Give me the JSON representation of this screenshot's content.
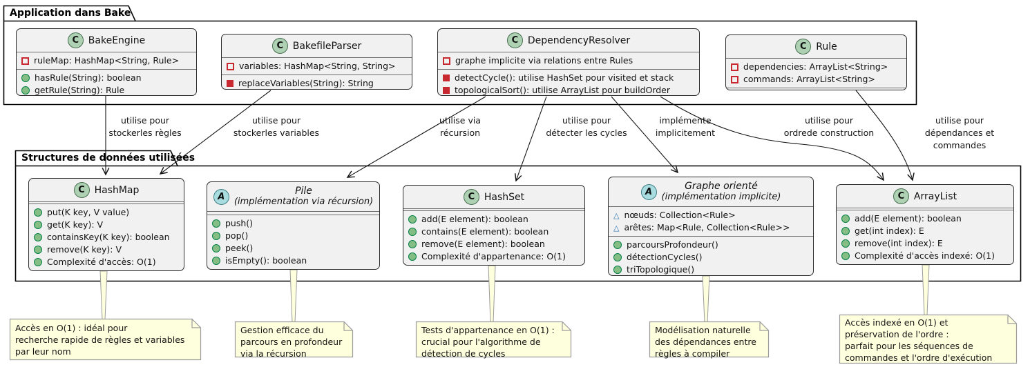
{
  "colors": {
    "class_fill": "#F1F1F1",
    "class_border": "#2b2b2b",
    "class_badge_fill": "#ADD1B2",
    "abstract_badge_fill": "#A9DCDF",
    "public_method_icon": "#84BE84",
    "private_icon": "#C82930",
    "package_field_icon": "#2472B0",
    "note_fill": "#FEFFDD",
    "note_border": "#9b9b9b",
    "line_color": "#141414"
  },
  "icons": {
    "class_badge": "C",
    "abstract_badge": "A",
    "private_field": "red-outline-square",
    "private_method": "red-filled-square",
    "public_method": "green-filled-circle",
    "package_field": "blue-outline-triangle"
  },
  "packages": {
    "app": {
      "title": "Application dans Bake"
    },
    "structures": {
      "title": "Structures de données utilisées"
    }
  },
  "classes": {
    "bakeEngine": {
      "stereo": "C",
      "name": "BakeEngine",
      "attrs": [
        "ruleMap: HashMap<String, Rule>"
      ],
      "methods": [
        "hasRule(String): boolean",
        "getRule(String): Rule"
      ]
    },
    "bakefileParser": {
      "stereo": "C",
      "name": "BakefileParser",
      "attrs": [
        "variables: HashMap<String, String>"
      ],
      "methods": [
        "replaceVariables(String): String"
      ]
    },
    "dependencyResolver": {
      "stereo": "C",
      "name": "DependencyResolver",
      "attrs": [
        "graphe implicite via relations entre Rules"
      ],
      "methods": [
        "detectCycle(): utilise HashSet pour visited et stack",
        "topologicalSort(): utilise ArrayList pour buildOrder"
      ]
    },
    "rule": {
      "stereo": "C",
      "name": "Rule",
      "attrs": [
        "dependencies: ArrayList<String>",
        "commands: ArrayList<String>"
      ],
      "methods": []
    },
    "hashMap": {
      "stereo": "C",
      "name": "HashMap",
      "attrs": [],
      "methods": [
        "put(K key, V value)",
        "get(K key): V",
        "containsKey(K key): boolean",
        "remove(K key): V",
        "Complexité d'accès: O(1)"
      ]
    },
    "pile": {
      "stereo": "A",
      "name": "Pile",
      "subtitle": "(implémentation via récursion)",
      "attrs": [],
      "methods": [
        "push()",
        "pop()",
        "peek()",
        "isEmpty(): boolean"
      ]
    },
    "hashSet": {
      "stereo": "C",
      "name": "HashSet",
      "attrs": [],
      "methods": [
        "add(E element): boolean",
        "contains(E element): boolean",
        "remove(E element): boolean",
        "Complexité d'appartenance: O(1)"
      ]
    },
    "grapheOriente": {
      "stereo": "A",
      "name": "Graphe orienté",
      "subtitle": "(implémentation implicite)",
      "attrs": [
        "nœuds: Collection<Rule>",
        "arêtes: Map<Rule, Collection<Rule>>"
      ],
      "methods": [
        "parcoursProfondeur()",
        "détectionCycles()",
        "triTopologique()"
      ]
    },
    "arrayList": {
      "stereo": "C",
      "name": "ArrayList",
      "attrs": [],
      "methods": [
        "add(E element): boolean",
        "get(int index): E",
        "remove(int index): E",
        "Complexité d'accès indexé: O(1)"
      ]
    }
  },
  "edges": [
    {
      "label": "utilise pour\nstockerles règles"
    },
    {
      "label": "utilise pour\nstockerles variables"
    },
    {
      "label": "utilise via\nrécursion"
    },
    {
      "label": "utilise pour\ndétecter les cycles"
    },
    {
      "label": "implémente\nimplicitement"
    },
    {
      "label": "utilise pour\nordrede construction"
    },
    {
      "label": "utilise pour\ndépendances et commandes"
    }
  ],
  "notes": [
    {
      "text": "Accès en O(1) : idéal pour\nrecherche rapide de règles et variables\npar leur nom"
    },
    {
      "text": "Gestion efficace du\nparcours en profondeur\nvia la récursion"
    },
    {
      "text": "Tests d'appartenance en O(1) :\ncrucial pour l'algorithme de\ndétection de cycles"
    },
    {
      "text": "Modélisation naturelle\ndes dépendances entre\nrègles à compiler"
    },
    {
      "text": "Accès indexé en O(1) et\npréservation de l'ordre :\nparfait pour les séquences de\ncommandes et l'ordre d'exécution"
    }
  ]
}
